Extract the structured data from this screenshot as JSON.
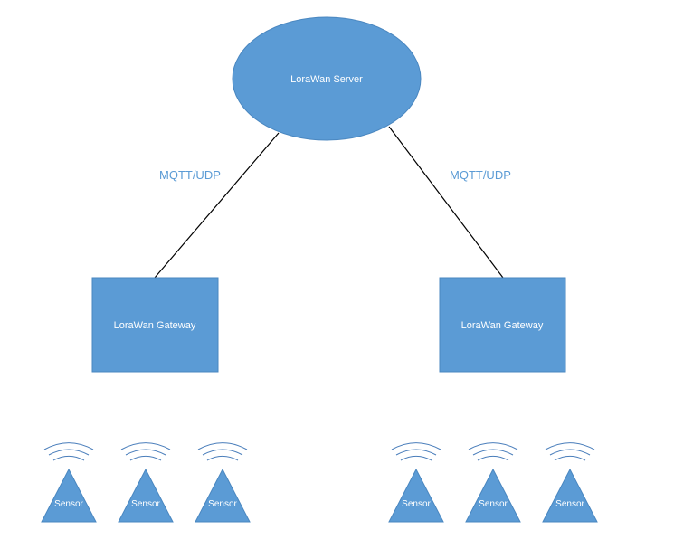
{
  "colors": {
    "node_fill": "#5b9bd5",
    "node_stroke": "#4a87c0",
    "label_text": "#ffffff",
    "edge_label": "#5b9bd5",
    "line": "#000000",
    "wave": "#4a7ebb"
  },
  "server": {
    "label": "LoraWan Server"
  },
  "links": [
    {
      "label": "MQTT/UDP"
    },
    {
      "label": "MQTT/UDP"
    }
  ],
  "gateways": [
    {
      "label": "LoraWan Gateway"
    },
    {
      "label": "LoraWan Gateway"
    }
  ],
  "sensors": [
    {
      "label": "Sensor",
      "icon": "signal-wave-icon"
    },
    {
      "label": "Sensor",
      "icon": "signal-wave-icon"
    },
    {
      "label": "Sensor",
      "icon": "signal-wave-icon"
    },
    {
      "label": "Sensor",
      "icon": "signal-wave-icon"
    },
    {
      "label": "Sensor",
      "icon": "signal-wave-icon"
    },
    {
      "label": "Sensor",
      "icon": "signal-wave-icon"
    }
  ]
}
